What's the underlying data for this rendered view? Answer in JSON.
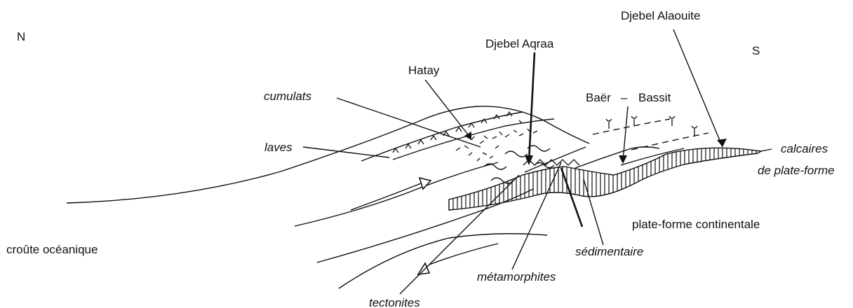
{
  "orientation": {
    "north": "N",
    "south": "S"
  },
  "labels": {
    "djebel_alaouite": "Djebel Alaouite",
    "djebel_aqraa": "Djebel  Aqraa",
    "hatay": "Hatay",
    "cumulats": "cumulats",
    "laves": "laves",
    "baer": "Baër",
    "dash": "–",
    "bassit": "Bassit",
    "calcaires_line1": "calcaires",
    "calcaires_line2": "de plate-forme",
    "plate_forme_continentale": "plate-forme continentale",
    "croute_oceanique": "croûte océanique",
    "sedimentaire": "sédimentaire",
    "metamorphites": "métamorphites",
    "tectonites": "tectonites"
  }
}
